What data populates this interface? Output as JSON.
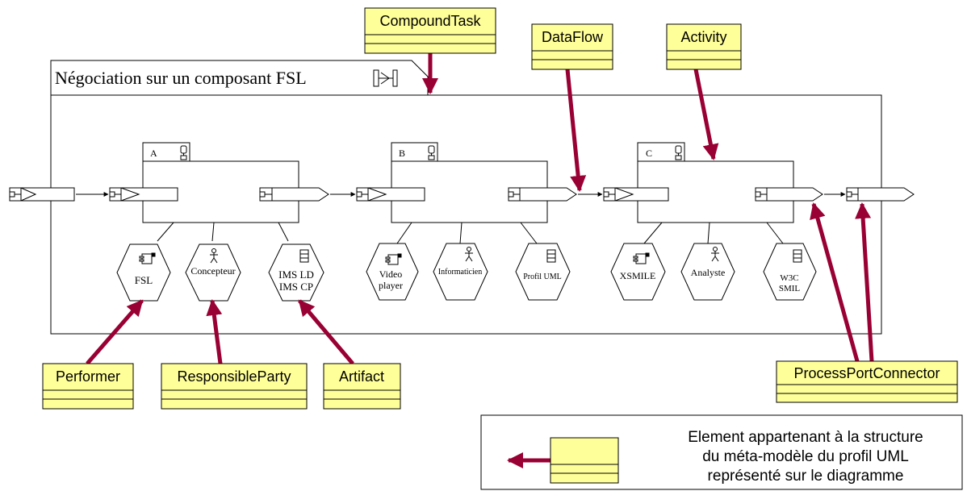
{
  "title": "Négociation sur un composant FSL",
  "activities": [
    {
      "id": "A",
      "label": "A"
    },
    {
      "id": "B",
      "label": "B"
    },
    {
      "id": "C",
      "label": "C"
    }
  ],
  "resources": {
    "a_performer": "FSL",
    "a_party": "Concepteur",
    "a_artifact_1": "IMS LD",
    "a_artifact_2": "IMS CP",
    "b_performer_1": "Video",
    "b_performer_2": "player",
    "b_party": "Informaticien",
    "b_artifact": "Profil UML",
    "c_performer": "XSMILE",
    "c_party": "Analyste",
    "c_artifact_1": "W3C",
    "c_artifact_2": "SMIL"
  },
  "stereotypes": {
    "compound_task": "CompoundTask",
    "data_flow": "DataFlow",
    "activity": "Activity",
    "performer": "Performer",
    "responsible_party": "ResponsibleParty",
    "artifact": "Artifact",
    "process_port_connector": "ProcessPortConnector"
  },
  "legend": {
    "line1": "Element appartenant à la structure",
    "line2": "du méta-modèle du profil UML",
    "line3": "représenté sur le diagramme"
  },
  "colors": {
    "stereotype_fill": "#ffff99",
    "arrow": "#990033",
    "line": "#000000"
  }
}
